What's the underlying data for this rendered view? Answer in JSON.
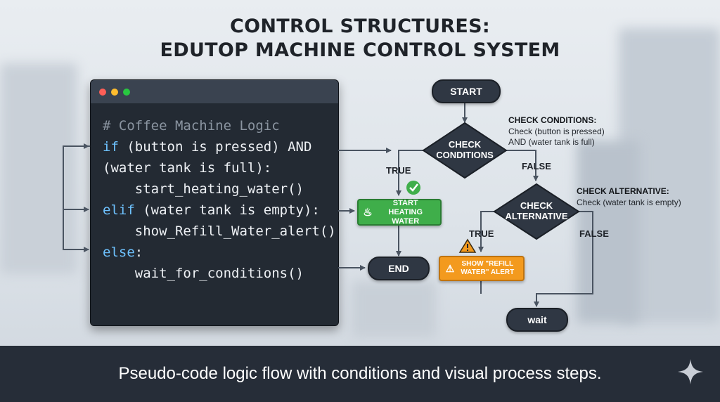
{
  "title": {
    "line1": "CONTROL STRUCTURES:",
    "line2": "EDUTOP MACHINE CONTROL SYSTEM"
  },
  "code_window": {
    "lines": [
      "# Coffee Machine Logic",
      "if (button is pressed) AND",
      "(water tank is full):",
      "    start_heating_water()",
      "elif (water tank is empty):",
      "    show_Refill_Water_alert()",
      "else:",
      "    wait_for_conditions()"
    ]
  },
  "flowchart": {
    "start": "START",
    "check_conditions": "CHECK CONDITIONS",
    "check_alternative": "CHECK ALTERNATIVE",
    "start_heating": "START HEATING WATER",
    "refill_alert": "SHOW \"REFILL WATER\" ALERT",
    "end": "END",
    "wait": "wait",
    "true1": "TRUE",
    "false1": "FALSE",
    "true2": "TRUE",
    "false2": "FALSE"
  },
  "notes": {
    "conditions_heading": "CHECK CONDITIONS:",
    "conditions_line1": "Check (button is pressed)",
    "conditions_line2": "AND (water tank is full)",
    "alternative_heading": "CHECK ALTERNATIVE:",
    "alternative_line1": "Check (water tank is empty)"
  },
  "caption": "Pseudo-code logic flow with conditions and visual process steps.",
  "colors": {
    "code_bg": "#232a33",
    "node_dark": "#2f3743",
    "success_green": "#3fae4a",
    "warning_orange": "#f39a1e",
    "footer_bg": "#262d38"
  },
  "icons": [
    "check-circle-icon",
    "warning-triangle-icon",
    "steam-icon",
    "sparkle-icon"
  ]
}
